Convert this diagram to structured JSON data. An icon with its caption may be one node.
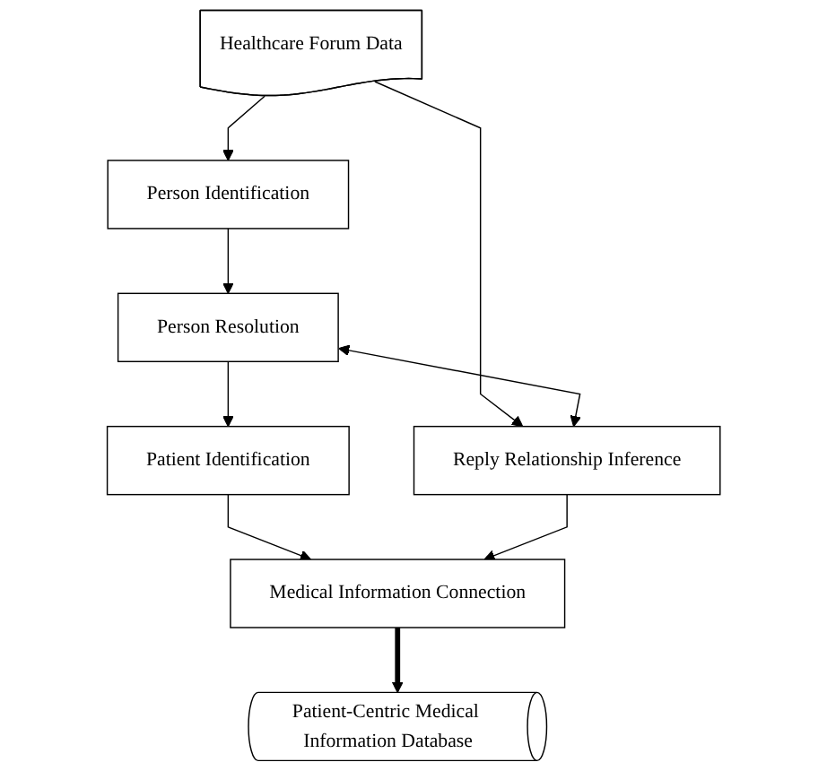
{
  "diagram": {
    "nodes": [
      {
        "text": [
          "Healthcare Forum Data"
        ]
      },
      {
        "text": [
          "Person Identification"
        ]
      },
      {
        "text": [
          "Person Resolution"
        ]
      },
      {
        "text": [
          "Patient Identification"
        ]
      },
      {
        "text": [
          "Reply Relationship Inference"
        ]
      },
      {
        "text": [
          "Medical Information Connection"
        ]
      },
      {
        "text": [
          "Patient-Centric Medical Information Database"
        ]
      }
    ],
    "edges": [
      {
        "from": 0,
        "to": 1,
        "arrow": "to"
      },
      {
        "from": 0,
        "to": 4,
        "arrow": "to"
      },
      {
        "from": 1,
        "to": 2,
        "arrow": "to"
      },
      {
        "from": 2,
        "to": 4,
        "arrow": "both"
      },
      {
        "from": 2,
        "to": 3,
        "arrow": "to"
      },
      {
        "from": 3,
        "to": 5,
        "arrow": "to"
      },
      {
        "from": 4,
        "to": 5,
        "arrow": "to"
      },
      {
        "from": 5,
        "to": 6,
        "arrow": "to",
        "style": "thick"
      }
    ]
  }
}
